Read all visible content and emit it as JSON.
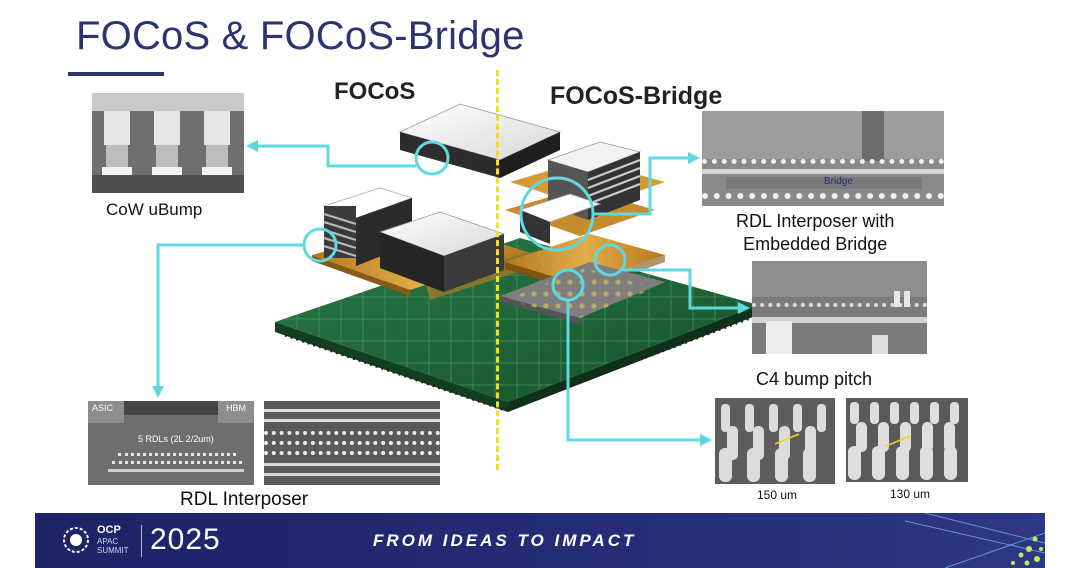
{
  "slide": {
    "title": "FOCoS & FOCoS-Bridge",
    "left_section_label": "FOCoS",
    "right_section_label": "FOCoS-Bridge"
  },
  "captions": {
    "cow_ubump": "CoW  uBump",
    "rdl_interposer": "RDL Interposer",
    "rdl_bridge_line1": "RDL Interposer with",
    "rdl_bridge_line2": "Embedded Bridge",
    "c4_bump_pitch": "C4 bump pitch",
    "pitch_150": "150 um",
    "pitch_130": "130 um"
  },
  "sem_labels": {
    "asic": "ASIC",
    "hbm": "HBM",
    "rdl_layers": "5 RDLs (2L 2/2um)",
    "bridge": "Bridge"
  },
  "footer": {
    "logo_name": "OCP",
    "logo_line1": "APAC",
    "logo_line2": "SUMMIT",
    "year": "2025",
    "tagline": "FROM IDEAS TO IMPACT"
  },
  "colors": {
    "title": "#2c3470",
    "callout": "#5fd8e0",
    "divider": "#f2e11c",
    "footer_bg": "#1d2366",
    "substrate": "#1f6a3c",
    "interposer": "#c8902e"
  }
}
